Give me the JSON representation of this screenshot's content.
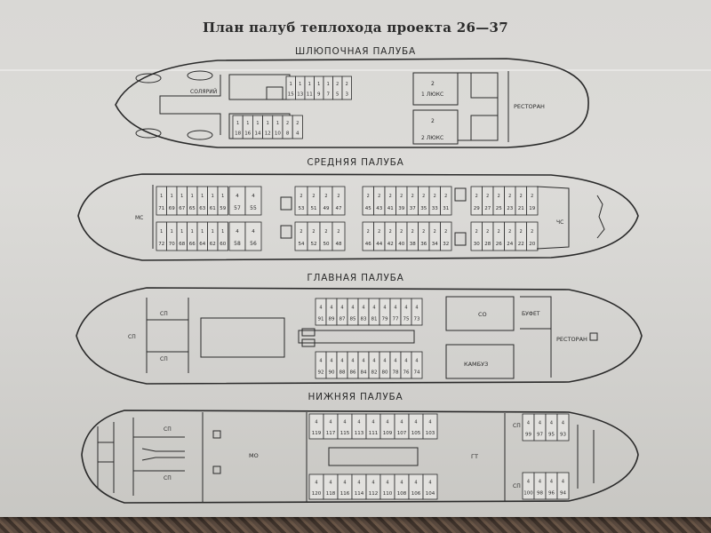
{
  "title": "План палуб теплохода проекта 26—37",
  "decks": {
    "boat": {
      "label": "ШЛЮПОЧНАЯ ПАЛУБА",
      "rooms": {
        "solarium": "СОЛЯРИЙ",
        "lux1_num": "2",
        "lux1": "1 ЛЮКС",
        "lux2_num": "2",
        "lux2": "2 ЛЮКС",
        "restaurant": "РЕСТОРАН"
      },
      "cabins_top": [
        "15",
        "13",
        "11",
        "9",
        "7",
        "5",
        "3"
      ],
      "cabins_top_beds": [
        "1",
        "1",
        "1",
        "1",
        "1",
        "2",
        "2"
      ],
      "cabins_bot": [
        "18",
        "16",
        "14",
        "12",
        "10",
        "8",
        "4"
      ],
      "cabins_bot_beds": [
        "1",
        "1",
        "1",
        "1",
        "1",
        "2",
        "2"
      ]
    },
    "middle": {
      "label": "СРЕДНЯЯ ПАЛУБА",
      "rooms": {
        "ms": "МС",
        "cs": "ЧС"
      },
      "aft_top": [
        "71",
        "69",
        "67",
        "65",
        "63",
        "61",
        "59"
      ],
      "aft_top_beds": [
        "1",
        "1",
        "1",
        "1",
        "1",
        "1",
        "1"
      ],
      "aft_bot": [
        "72",
        "70",
        "68",
        "66",
        "64",
        "62",
        "60"
      ],
      "aft_bot_beds": [
        "1",
        "1",
        "1",
        "1",
        "1",
        "1",
        "1"
      ],
      "lux_top": [
        "57",
        "55"
      ],
      "lux_bot": [
        "58",
        "56"
      ],
      "mid_top": [
        "53",
        "51",
        "49",
        "47"
      ],
      "mid_bot": [
        "54",
        "52",
        "50",
        "48"
      ],
      "fwd_top": [
        "45",
        "43",
        "41",
        "39",
        "37",
        "35",
        "33",
        "31"
      ],
      "fwd_bot": [
        "46",
        "44",
        "42",
        "40",
        "38",
        "36",
        "34",
        "32"
      ],
      "bow_top": [
        "29",
        "27",
        "25",
        "23",
        "21",
        "19"
      ],
      "bow_bot": [
        "30",
        "28",
        "26",
        "24",
        "22",
        "20"
      ]
    },
    "main": {
      "label": "ГЛАВНАЯ ПАЛУБА",
      "rooms": {
        "sp1": "СП",
        "sp2": "СП",
        "sp3": "СП",
        "so": "СО",
        "bufet": "БУФЕТ",
        "restaurant": "РЕСТОРАН",
        "galley": "КАМБУЗ"
      },
      "top": [
        "91",
        "89",
        "87",
        "85",
        "83",
        "81",
        "79",
        "77",
        "75",
        "73"
      ],
      "bot": [
        "92",
        "90",
        "88",
        "86",
        "84",
        "82",
        "80",
        "78",
        "76",
        "74"
      ]
    },
    "lower": {
      "label": "НИЖНЯЯ ПАЛУБА",
      "rooms": {
        "sp1": "СП",
        "sp2": "СП",
        "mo": "МО",
        "gt": "ГТ",
        "sp3": "СП",
        "sp4": "СП"
      },
      "top": [
        "119",
        "117",
        "115",
        "113",
        "111",
        "109",
        "107",
        "105",
        "103"
      ],
      "bot": [
        "120",
        "118",
        "116",
        "114",
        "112",
        "110",
        "108",
        "106",
        "104"
      ],
      "bow_top": [
        "99",
        "97",
        "95",
        "93"
      ],
      "bow_bot": [
        "100",
        "98",
        "96",
        "94"
      ]
    }
  }
}
